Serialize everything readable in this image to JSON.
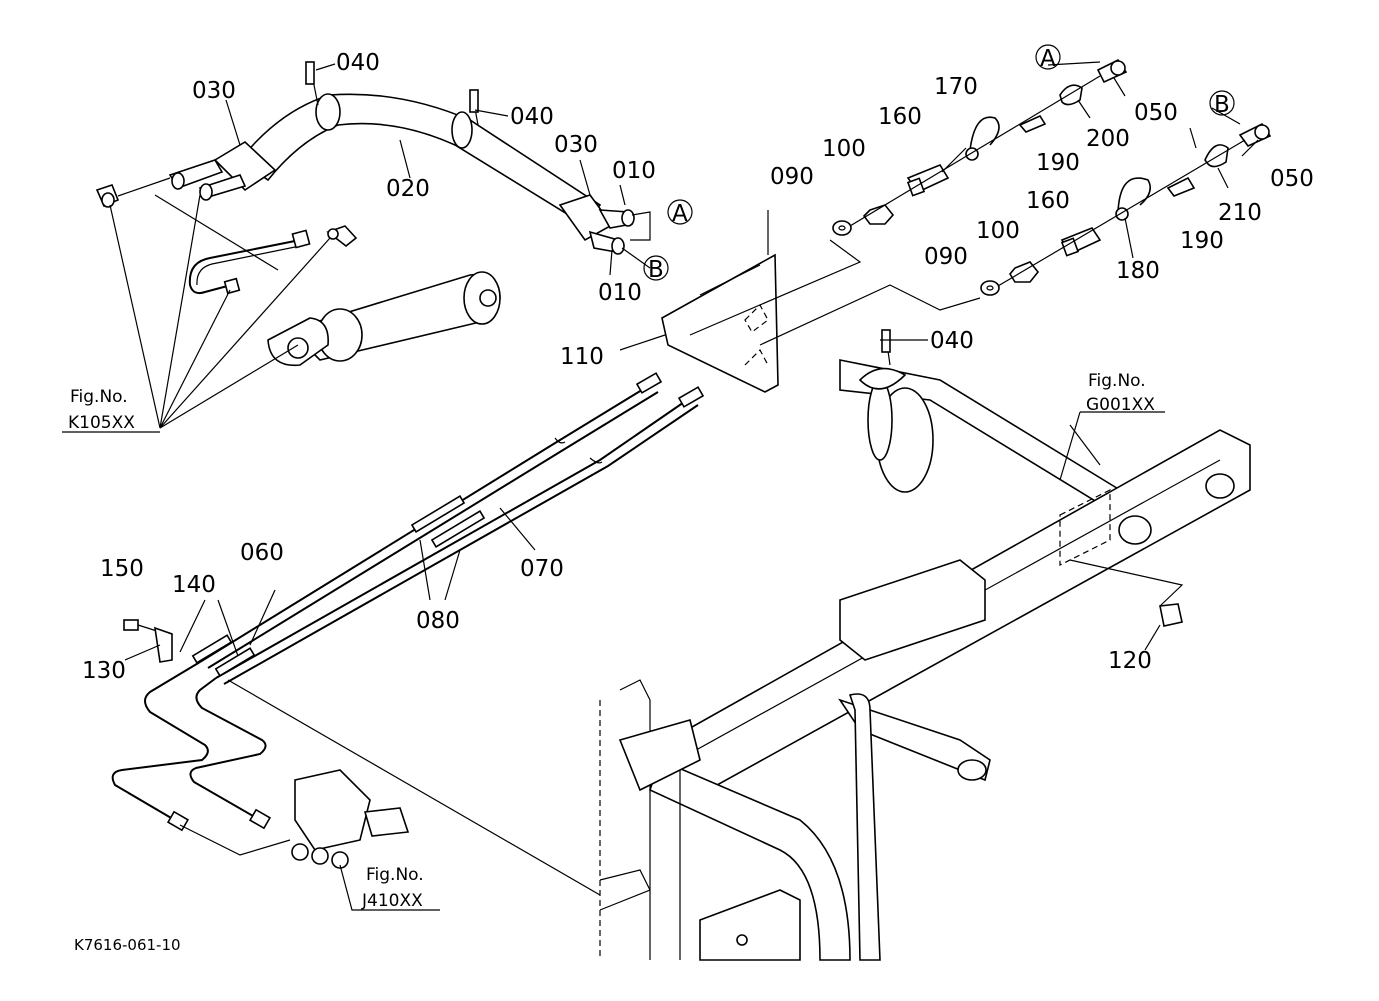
{
  "diagram": {
    "part_labels": {
      "p010a": "010",
      "p010b": "010",
      "p020": "020",
      "p030a": "030",
      "p030b": "030",
      "p040a": "040",
      "p040b": "040",
      "p040c": "040",
      "p050a": "050",
      "p050b": "050",
      "p060": "060",
      "p070": "070",
      "p080": "080",
      "p090a": "090",
      "p090b": "090",
      "p100a": "100",
      "p100b": "100",
      "p110": "110",
      "p120": "120",
      "p130": "130",
      "p140": "140",
      "p150": "150",
      "p160a": "160",
      "p160b": "160",
      "p170": "170",
      "p180": "180",
      "p190a": "190",
      "p190b": "190",
      "p200": "200",
      "p210": "210"
    },
    "callouts": {
      "a1": "A",
      "a2": "A",
      "b1": "B",
      "b2": "B"
    },
    "fig_refs": {
      "k105": {
        "prefix": "Fig.No.",
        "code": "K105XX"
      },
      "g001": {
        "prefix": "Fig.No.",
        "code": "G001XX"
      },
      "j410": {
        "prefix": "Fig.No.",
        "code": "J410XX"
      }
    },
    "document_code": "K7616-061-10"
  }
}
